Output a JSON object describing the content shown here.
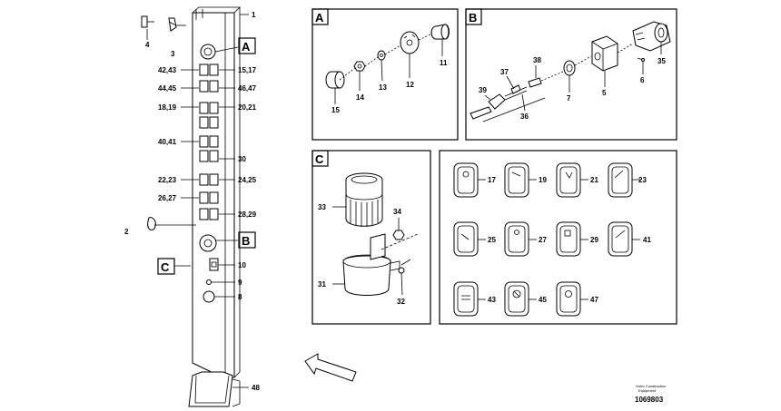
{
  "figure": {
    "doc_number": "1069803",
    "footer_small_1": "Volvo Construction",
    "footer_small_2": "Equipment",
    "callouts": {
      "A": "A",
      "B": "B",
      "C": "C"
    },
    "column_labels": {
      "n1": "1",
      "n2": "2",
      "n3": "3",
      "n4": "4",
      "n8": "8",
      "n9": "9",
      "n10": "10",
      "n30": "30",
      "n48": "48",
      "p4243": "42,43",
      "p1517": "15,17",
      "p4445": "44,45",
      "p4647": "46,47",
      "p1819": "18,19",
      "p2021": "20,21",
      "p4041": "40,41",
      "p2223": "22,23",
      "p2425": "24,25",
      "p2627": "26,27",
      "p2829": "28,29"
    },
    "panel_a": {
      "title": "A",
      "n11": "11",
      "n12": "12",
      "n13": "13",
      "n14": "14",
      "n15": "15"
    },
    "panel_b": {
      "title": "B",
      "n5": "5",
      "n6": "6",
      "n7": "7",
      "n35": "35",
      "n36": "36",
      "n37": "37",
      "n38": "38",
      "n39": "39"
    },
    "panel_c": {
      "title": "C",
      "n31": "31",
      "n32": "32",
      "n33": "33",
      "n34": "34"
    },
    "switch_panel": {
      "s17": "17",
      "s19": "19",
      "s21": "21",
      "s23": "23",
      "s25": "25",
      "s27": "27",
      "s29": "29",
      "s41": "41",
      "s43": "43",
      "s45": "45",
      "s47": "47"
    }
  }
}
